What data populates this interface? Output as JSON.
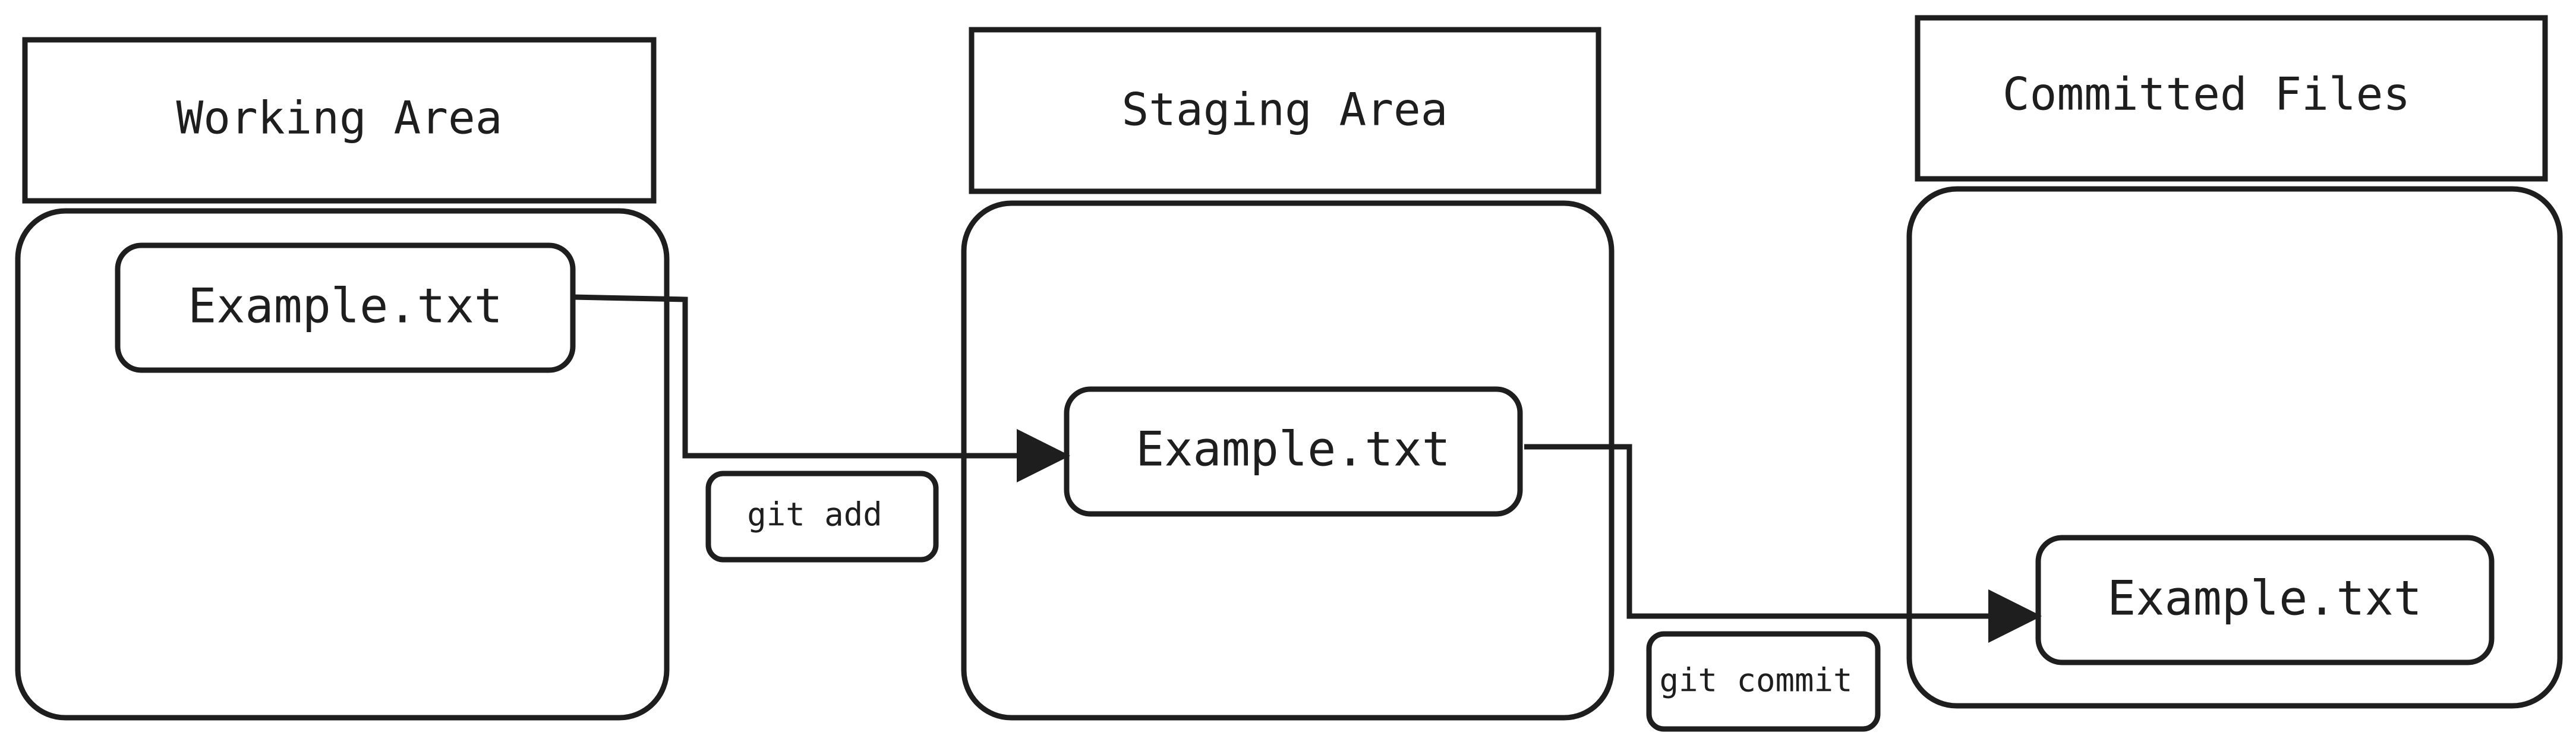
{
  "areas": {
    "working": {
      "title": "Working Area",
      "header_color": "#b2f2bb",
      "file": "Example.txt"
    },
    "staging": {
      "title": "Staging Area",
      "header_color": "#a5d8ff",
      "file": "Example.txt"
    },
    "committed": {
      "title": "Committed Files",
      "header_color": "#ffc9c9",
      "file": "Example.txt"
    }
  },
  "commands": {
    "add": "git add",
    "commit": "git commit"
  },
  "colors": {
    "file_fill": "#ffec99",
    "command_fill": "#96f2d7",
    "hatch": "#ffec99",
    "stroke": "#1e1e1e"
  }
}
